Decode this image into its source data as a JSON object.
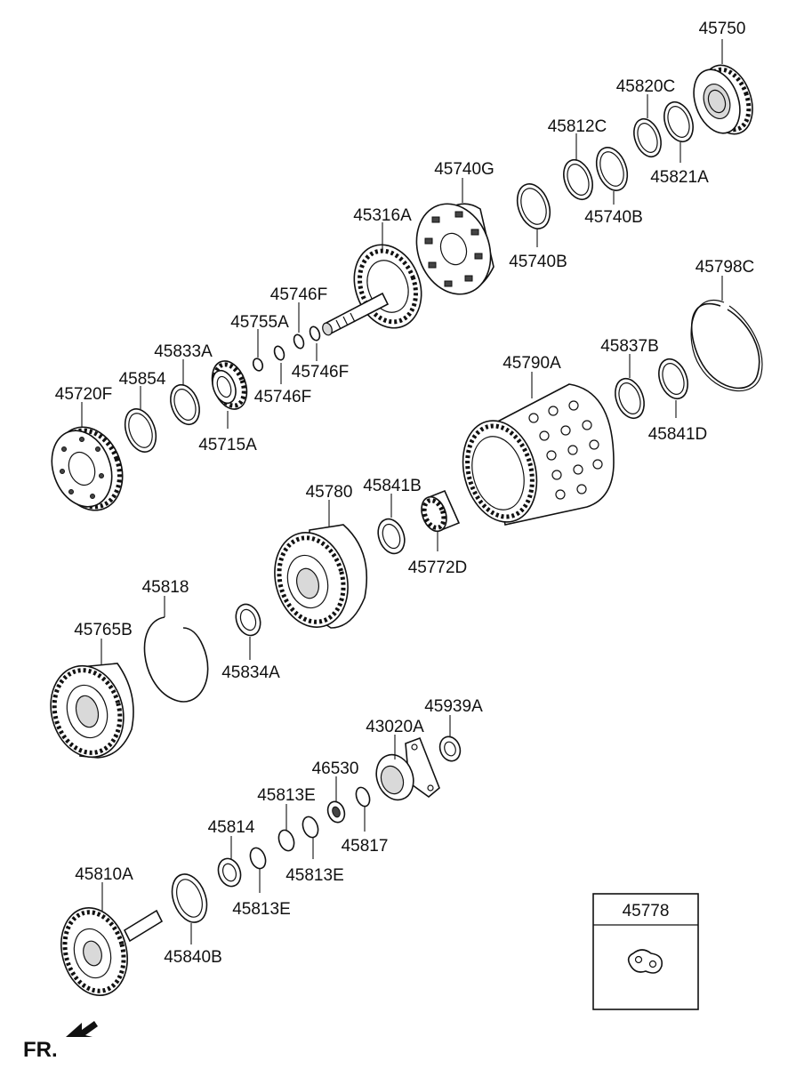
{
  "callouts": {
    "p45750": "45750",
    "p45820C": "45820C",
    "p45812C": "45812C",
    "p45821A": "45821A",
    "p45740G": "45740G",
    "p45740B_1": "45740B",
    "p45740B_2": "45740B",
    "p45316A": "45316A",
    "p45798C": "45798C",
    "p45746F_1": "45746F",
    "p45755A": "45755A",
    "p45746F_2": "45746F",
    "p45746F_3": "45746F",
    "p45833A": "45833A",
    "p45837B": "45837B",
    "p45790A": "45790A",
    "p45854": "45854",
    "p45720F": "45720F",
    "p45715A": "45715A",
    "p45841D": "45841D",
    "p45780": "45780",
    "p45841B": "45841B",
    "p45772D": "45772D",
    "p45818": "45818",
    "p45765B": "45765B",
    "p45834A": "45834A",
    "p45939A": "45939A",
    "p43020A": "43020A",
    "p46530": "46530",
    "p45813E_1": "45813E",
    "p45814": "45814",
    "p45817": "45817",
    "p45813E_2": "45813E",
    "p45810A": "45810A",
    "p45813E_3": "45813E",
    "p45840B": "45840B"
  },
  "inset": {
    "title": "45778"
  },
  "direction": {
    "label": "FR."
  }
}
